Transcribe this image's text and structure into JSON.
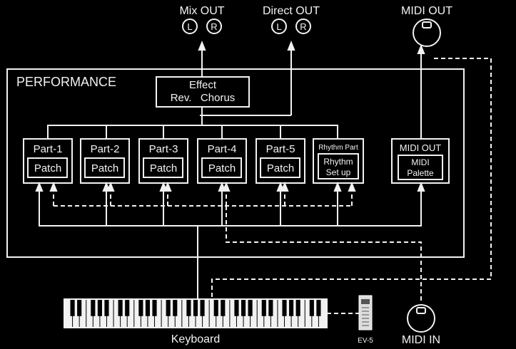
{
  "outputs": {
    "mix_out": "Mix OUT",
    "direct_out": "Direct OUT",
    "midi_out": "MIDI OUT",
    "midi_in": "MIDI IN",
    "left": "L",
    "right": "R"
  },
  "performance": {
    "title": "PERFORMANCE",
    "effect_title": "Effect",
    "effect_sub": "Rev.   Chorus"
  },
  "parts": [
    {
      "label": "Part-1",
      "inner": "Patch"
    },
    {
      "label": "Part-2",
      "inner": "Patch"
    },
    {
      "label": "Part-3",
      "inner": "Patch"
    },
    {
      "label": "Part-4",
      "inner": "Patch"
    },
    {
      "label": "Part-5",
      "inner": "Patch"
    }
  ],
  "rhythm": {
    "label": "Rhythm Part",
    "inner_1": "Rhythm",
    "inner_2": "Set up"
  },
  "midi_block": {
    "label": "MIDI OUT",
    "inner_1": "MIDI",
    "inner_2": "Palette"
  },
  "keyboard": {
    "label": "Keyboard"
  },
  "ev5": {
    "label": "EV-5"
  },
  "colors": {
    "background": "#000000",
    "line": "#f2f2f2"
  }
}
